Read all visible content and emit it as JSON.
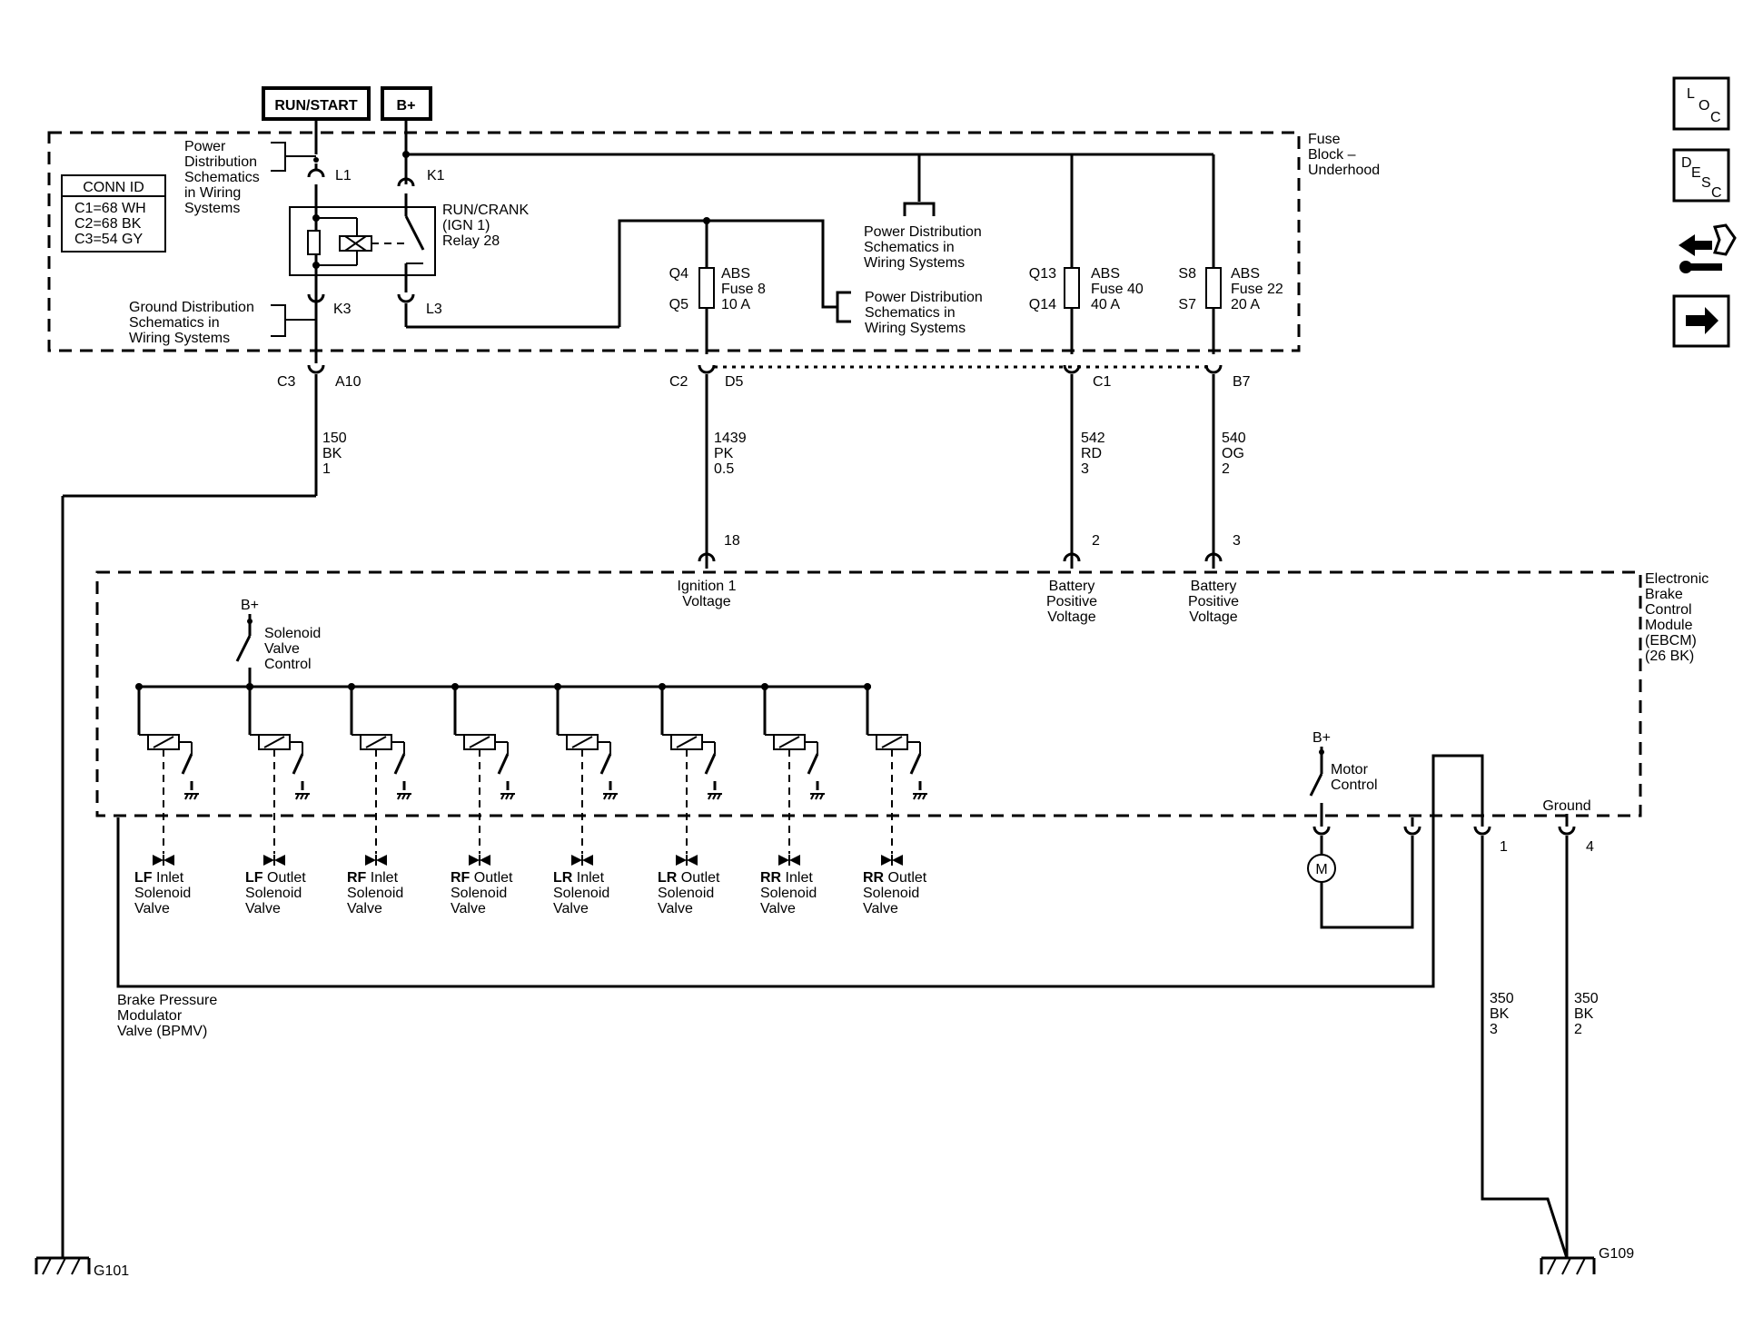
{
  "power_labels": {
    "run_start": "RUN/START",
    "b_plus": "B+"
  },
  "fuse_block": {
    "title": [
      "Fuse",
      "Block –",
      "Underhood"
    ],
    "conn_id": {
      "title": "CONN ID",
      "rows": [
        "C1=68 WH",
        "C2=68 BK",
        "C3=54 GY"
      ]
    },
    "power_dist_left": [
      "Power",
      "Distribution",
      "Schematics",
      "in Wiring",
      "Systems"
    ],
    "ground_dist": [
      "Ground Distribution",
      "Schematics in",
      "Wiring Systems"
    ],
    "relay": {
      "label": [
        "RUN/CRANK",
        "(IGN 1)",
        "Relay 28"
      ],
      "pins": {
        "l1": "L1",
        "k1": "K1",
        "k3": "K3",
        "l3": "L3"
      }
    },
    "power_dist_right_1": [
      "Power Distribution",
      "Schematics in",
      "Wiring Systems"
    ],
    "power_dist_right_2": [
      "Power Distribution",
      "Schematics in",
      "Wiring Systems"
    ],
    "fuses": [
      {
        "pin_top": "Q4",
        "pin_bottom": "Q5",
        "label": [
          "ABS",
          "Fuse 8",
          "10 A"
        ]
      },
      {
        "pin_top": "Q13",
        "pin_bottom": "Q14",
        "label": [
          "ABS",
          "Fuse 40",
          "40 A"
        ]
      },
      {
        "pin_top": "S8",
        "pin_bottom": "S7",
        "label": [
          "ABS",
          "Fuse 22",
          "20 A"
        ]
      }
    ]
  },
  "connectors": {
    "c3": "C3",
    "a10": "A10",
    "c2": "C2",
    "d5": "D5",
    "c1": "C1",
    "b7": "B7"
  },
  "wires": [
    {
      "circuit": "150",
      "color": "BK",
      "gauge": "1"
    },
    {
      "circuit": "1439",
      "color": "PK",
      "gauge": "0.5"
    },
    {
      "circuit": "542",
      "color": "RD",
      "gauge": "3"
    },
    {
      "circuit": "540",
      "color": "OG",
      "gauge": "2"
    },
    {
      "circuit": "350",
      "color": "BK",
      "gauge": "3"
    },
    {
      "circuit": "350",
      "color": "BK",
      "gauge": "2"
    }
  ],
  "ebcm": {
    "title": [
      "Electronic",
      "Brake",
      "Control",
      "Module",
      "(EBCM)",
      "(26 BK)"
    ],
    "pin_18": "18",
    "pin_2": "2",
    "pin_3": "3",
    "pin_1": "1",
    "pin_4": "4",
    "ignition": [
      "Ignition 1",
      "Voltage"
    ],
    "battery_1": [
      "Battery",
      "Positive",
      "Voltage"
    ],
    "battery_2": [
      "Battery",
      "Positive",
      "Voltage"
    ],
    "solenoid_b_plus": "B+",
    "solenoid_control": [
      "Solenoid",
      "Valve",
      "Control"
    ],
    "motor_b_plus": "B+",
    "motor_control": [
      "Motor",
      "Control"
    ],
    "motor_symbol": "M",
    "ground_label": "Ground"
  },
  "valves": [
    [
      "LF Inlet",
      "Solenoid",
      "Valve"
    ],
    [
      "LF Outlet",
      "Solenoid",
      "Valve"
    ],
    [
      "RF Inlet",
      "Solenoid",
      "Valve"
    ],
    [
      "RF Outlet",
      "Solenoid",
      "Valve"
    ],
    [
      "LR Inlet",
      "Solenoid",
      "Valve"
    ],
    [
      "LR Outlet",
      "Solenoid",
      "Valve"
    ],
    [
      "RR Inlet",
      "Solenoid",
      "Valve"
    ],
    [
      "RR Outlet",
      "Solenoid",
      "Valve"
    ]
  ],
  "bpmv": [
    "Brake Pressure",
    "Modulator",
    "Valve (BPMV)"
  ],
  "grounds": {
    "g101": "G101",
    "g109": "G109"
  },
  "nav": {
    "loc": [
      "L",
      "O",
      "C"
    ],
    "desc": [
      "D",
      "E",
      "S",
      "C"
    ]
  }
}
